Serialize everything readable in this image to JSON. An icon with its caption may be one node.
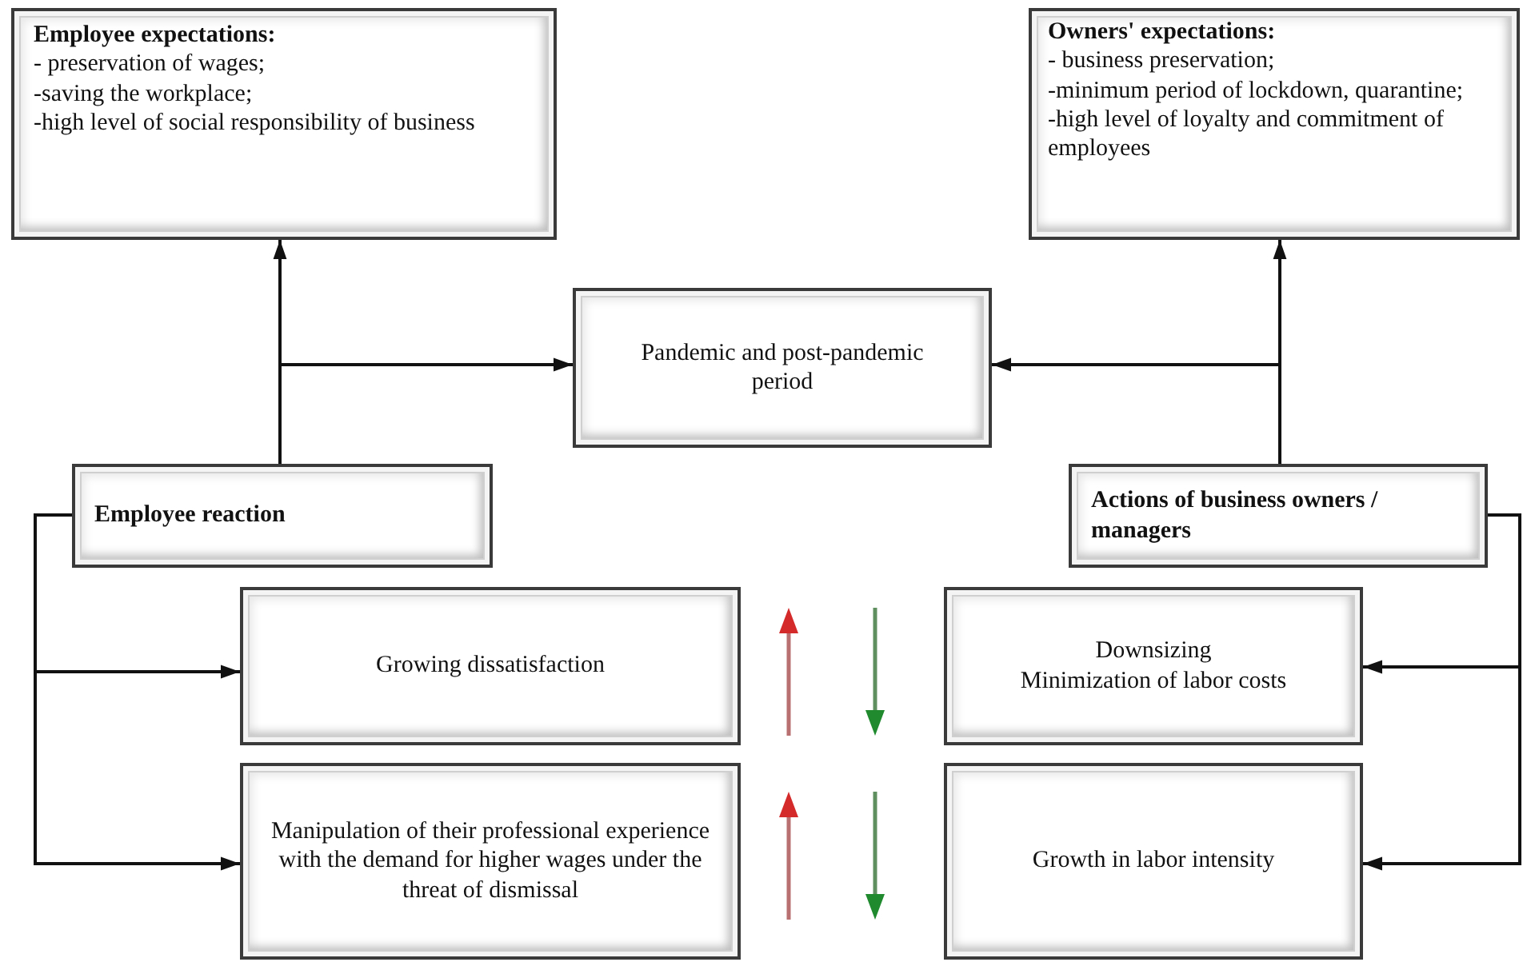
{
  "diagram": {
    "nodes": [
      {
        "text": [
          "Employee expectations:",
          "- preservation of wages;",
          "-saving the workplace;",
          "-high level of social responsibility of business"
        ]
      },
      {
        "text": [
          "Owners' expectations:",
          "- business preservation;",
          "-minimum period of lockdown, quarantine;",
          "-high level of loyalty and commitment of employees"
        ]
      },
      {
        "text": [
          "Pandemic and post-pandemic period"
        ]
      },
      {
        "text": [
          "Employee reaction"
        ]
      },
      {
        "text": [
          "Actions of business owners / managers"
        ]
      },
      {
        "text": [
          "Growing dissatisfaction"
        ]
      },
      {
        "text": [
          "Downsizing",
          "Minimization of labor costs"
        ]
      },
      {
        "text": [
          "Manipulation of their professional experience with the demand for higher wages under the threat of dismissal"
        ]
      },
      {
        "text": [
          "Growth in labor intensity"
        ]
      }
    ],
    "edges": [
      {
        "from": 3,
        "to": 0,
        "arrow": "to"
      },
      {
        "from": 3,
        "to": 2,
        "arrow": "to"
      },
      {
        "from": 4,
        "to": 1,
        "arrow": "to"
      },
      {
        "from": 4,
        "to": 2,
        "arrow": "to"
      },
      {
        "from": 3,
        "to": 5,
        "arrow": "to"
      },
      {
        "from": 3,
        "to": 7,
        "arrow": "to"
      },
      {
        "from": 4,
        "to": 6,
        "arrow": "to"
      },
      {
        "from": 4,
        "to": 8,
        "arrow": "to"
      }
    ]
  }
}
